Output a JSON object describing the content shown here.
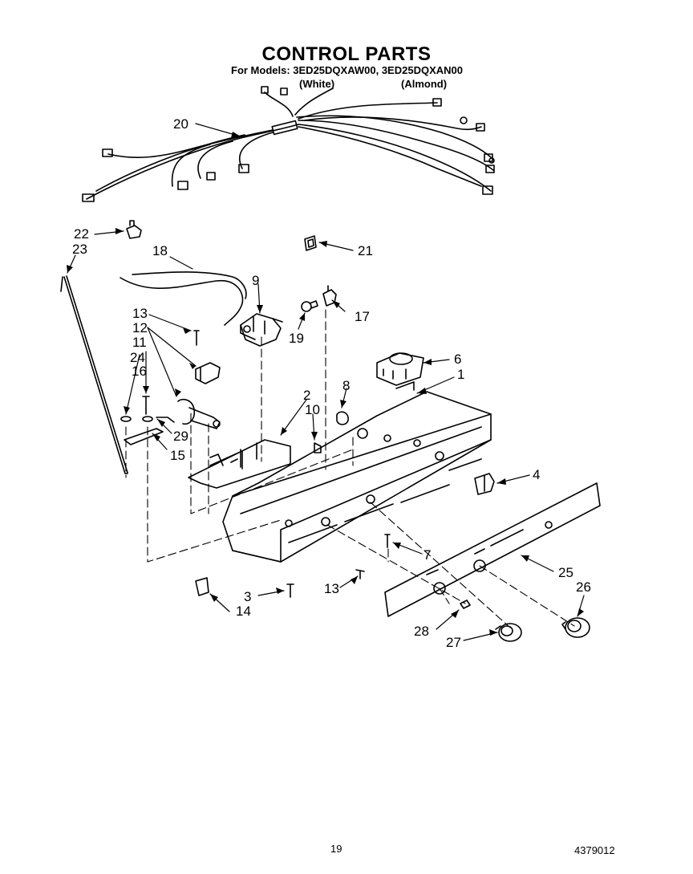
{
  "title": "CONTROL PARTS",
  "models_line": "For Models: 3ED25DQXAW00, 3ED25DQXAN00",
  "variants": [
    "(White)",
    "(Almond)"
  ],
  "page_number": "19",
  "doc_number": "4379012",
  "callouts": [
    "20",
    "22",
    "23",
    "21",
    "18",
    "9",
    "13",
    "12",
    "11",
    "24",
    "16",
    "17",
    "19",
    "6",
    "1",
    "8",
    "2",
    "10",
    "29",
    "15",
    "4",
    "7",
    "25",
    "26",
    "3",
    "13",
    "14",
    "28",
    "27"
  ]
}
